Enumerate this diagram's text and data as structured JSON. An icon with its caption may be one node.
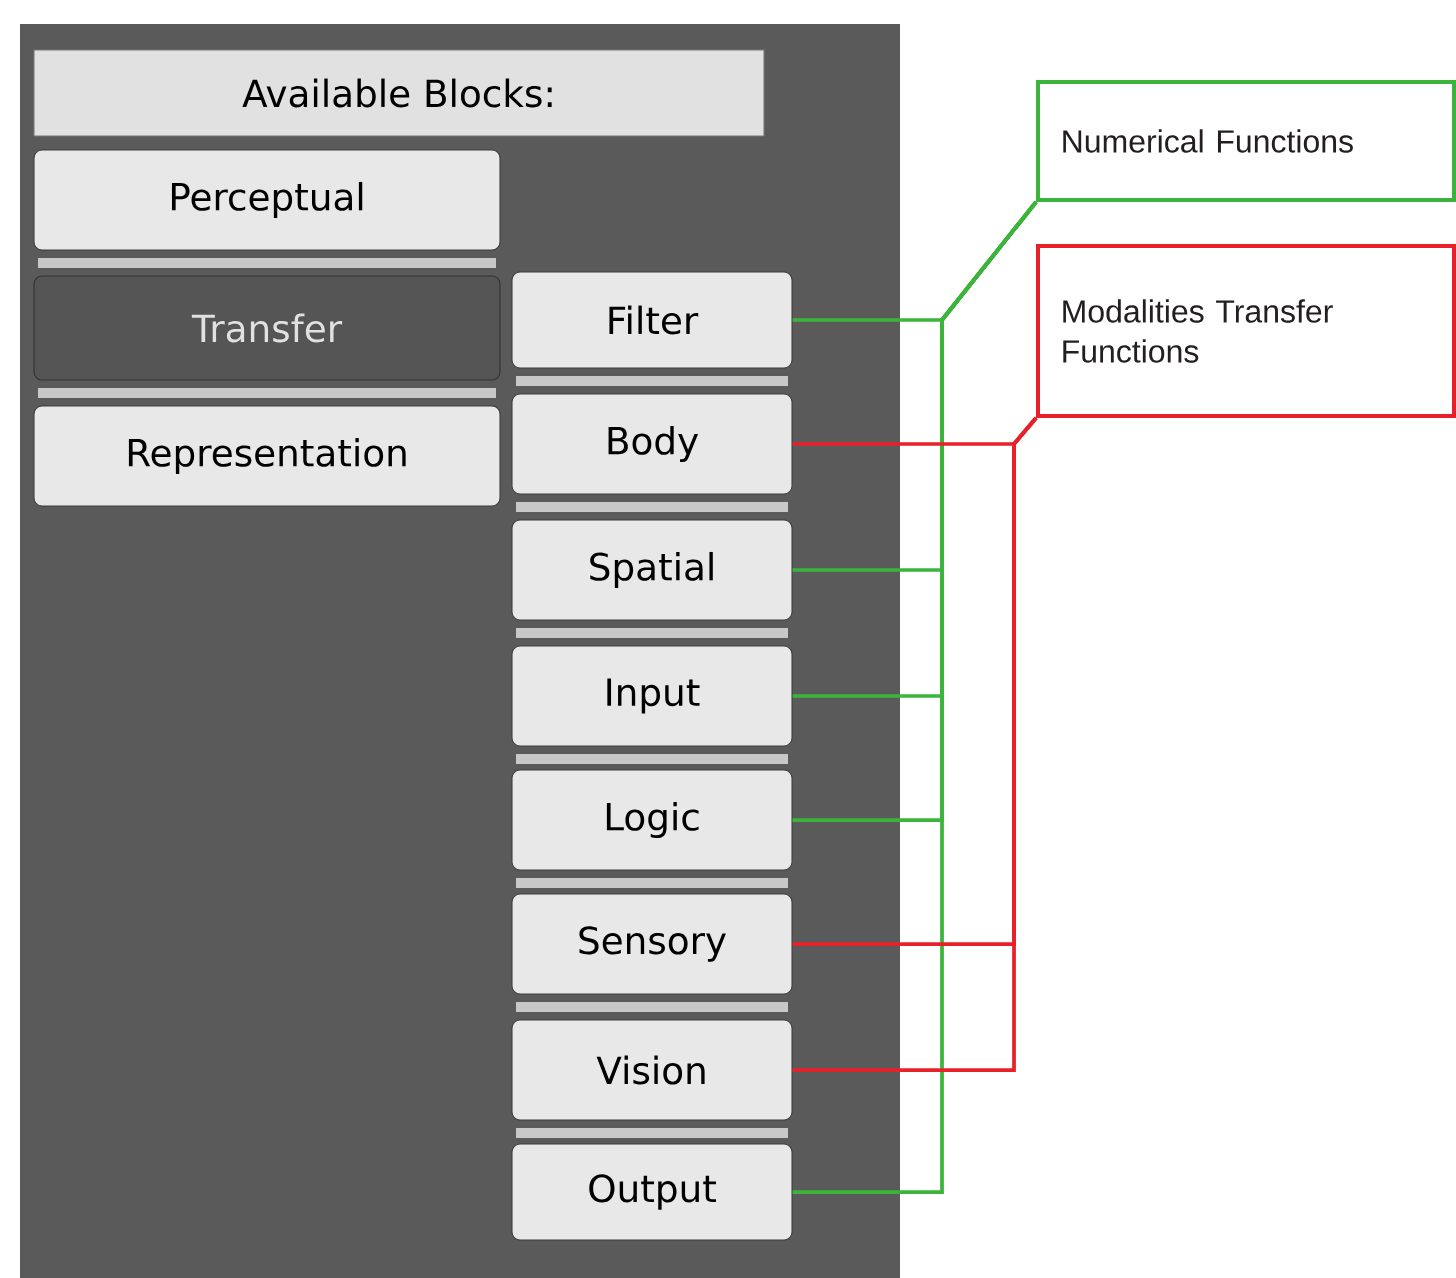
{
  "diagram": {
    "nodes": [
      {
        "text": [
          "Available Blocks:"
        ]
      },
      {
        "text": [
          "Perceptual"
        ]
      },
      {
        "text": [
          "Transfer"
        ]
      },
      {
        "text": [
          "Representation"
        ]
      },
      {
        "text": [
          "Filter"
        ]
      },
      {
        "text": [
          "Body"
        ]
      },
      {
        "text": [
          "Spatial"
        ]
      },
      {
        "text": [
          "Input"
        ]
      },
      {
        "text": [
          "Logic"
        ]
      },
      {
        "text": [
          "Sensory"
        ]
      },
      {
        "text": [
          "Vision"
        ]
      },
      {
        "text": [
          "Output"
        ]
      },
      {
        "text": [
          "Numerical Functions"
        ]
      },
      {
        "text": [
          "Modalities Transfer Functions"
        ]
      }
    ],
    "edges": [
      {
        "from": 12,
        "to": 4,
        "arrow": "none"
      },
      {
        "from": 12,
        "to": 6,
        "arrow": "none"
      },
      {
        "from": 12,
        "to": 7,
        "arrow": "none"
      },
      {
        "from": 12,
        "to": 8,
        "arrow": "none"
      },
      {
        "from": 12,
        "to": 11,
        "arrow": "none"
      },
      {
        "from": 13,
        "to": 5,
        "arrow": "none",
        "color": "#e8202a"
      },
      {
        "from": 13,
        "to": 9,
        "arrow": "none",
        "color": "#e8202a"
      },
      {
        "from": 13,
        "to": 10,
        "arrow": "none",
        "color": "#e8202a"
      }
    ]
  }
}
